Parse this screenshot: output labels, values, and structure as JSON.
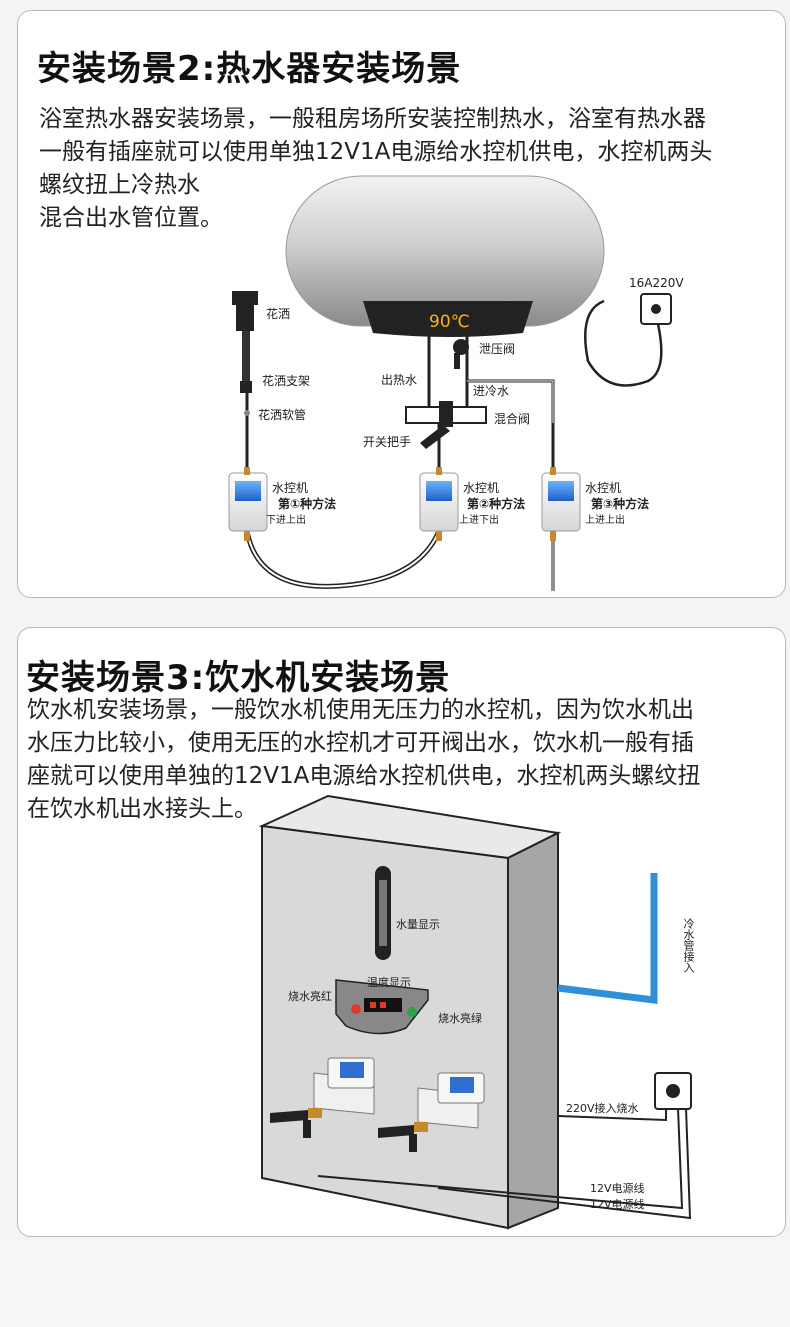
{
  "scene2": {
    "title": "安装场景2:热水器安装场景",
    "desc_lines": [
      "浴室热水器安装场景，一般租房场所安装控制热水，浴室有热水器",
      "一般有插座就可以使用单独12V1A电源给水控机供电，水控机两头",
      "螺纹扭上冷热水",
      "混合出水管位置。"
    ],
    "temp_display": "90℃",
    "labels": {
      "socket": "16A220V",
      "shower": "花洒",
      "shower_bracket": "花洒支架",
      "shower_hose": "花洒软管",
      "relief_valve": "泄压阀",
      "hot_out": "出热水",
      "cold_in": "进冷水",
      "mixing_valve": "混合阀",
      "switch_handle": "开关把手"
    },
    "controllers": [
      {
        "name": "水控机",
        "method": "第①种方法",
        "flow": "下进上出"
      },
      {
        "name": "水控机",
        "method": "第②种方法",
        "flow": "上进下出"
      },
      {
        "name": "水控机",
        "method": "第③种方法",
        "flow": "上进上出"
      }
    ]
  },
  "scene3": {
    "title": "安装场景3:饮水机安装场景",
    "desc_lines": [
      "饮水机安装场景，一般饮水机使用无压力的水控机，因为饮水机出",
      "水压力比较小，使用无压的水控机才可开阀出水，饮水机一般有插",
      "座就可以使用单独的12V1A电源给水控机供电，水控机两头螺纹扭",
      "在饮水机出水接头上。"
    ],
    "labels": {
      "water_level": "水量显示",
      "temp_display": "温度显示",
      "boil_red": "烧水亮红",
      "boil_green": "烧水亮绿",
      "cold_pipe": "冷水管接入",
      "power_220": "220V接入烧水",
      "power_12a": "12V电源线",
      "power_12b": "12V电源线"
    }
  },
  "colors": {
    "accent_blue": "#2f8fd8",
    "display_orange": "#ffb21a",
    "indicator_red": "#e03a2a",
    "indicator_green": "#2aa34a"
  }
}
